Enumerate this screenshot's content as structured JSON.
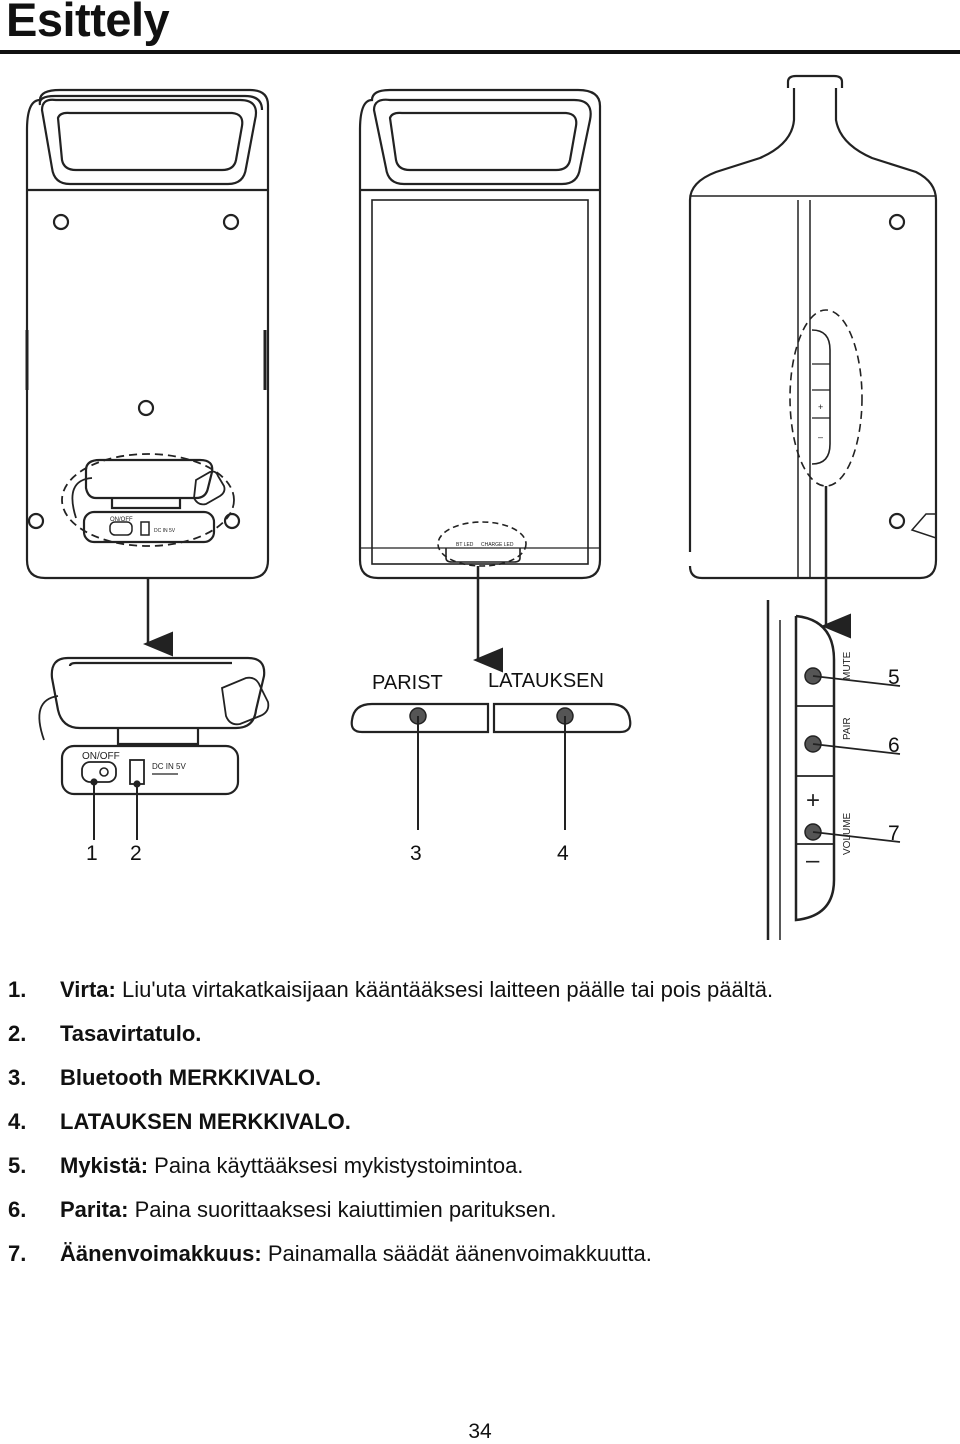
{
  "page": {
    "title": "Esittely",
    "page_number": "34"
  },
  "figure": {
    "panel_labels": {
      "bt": "PARIST",
      "charge": "LATAUKSEN"
    },
    "back_panel_labels": {
      "on_off": "ON/OFF",
      "dc_in": "DC IN 5V"
    },
    "led_strip_labels": {
      "bt_led": "BT LED",
      "charge_led": "CHARGE LED"
    },
    "side_panel_labels": {
      "mute": "MUTE",
      "pair": "PAIR",
      "volume": "VOLUME",
      "plus": "+",
      "minus": "–"
    },
    "callouts": [
      "1",
      "2",
      "3",
      "4",
      "5",
      "6",
      "7"
    ]
  },
  "items": [
    {
      "num": "1.",
      "term": "Virta:",
      "text": " Liu'uta virtakatkaisijaan kääntääksesi laitteen päälle tai pois päältä."
    },
    {
      "num": "2.",
      "term": "Tasavirtatulo.",
      "text": ""
    },
    {
      "num": "3.",
      "term": "Bluetooth MERKKIVALO.",
      "text": ""
    },
    {
      "num": "4.",
      "term": "LATAUKSEN MERKKIVALO.",
      "text": ""
    },
    {
      "num": "5.",
      "term": "Mykistä:",
      "text": " Paina käyttääksesi mykistystoimintoa."
    },
    {
      "num": "6.",
      "term": "Parita:",
      "text": " Paina suorittaaksesi kaiuttimien parituksen."
    },
    {
      "num": "7.",
      "term": "Äänenvoimakkuus:",
      "text": " Painamalla säädät äänenvoimakkuutta."
    }
  ]
}
